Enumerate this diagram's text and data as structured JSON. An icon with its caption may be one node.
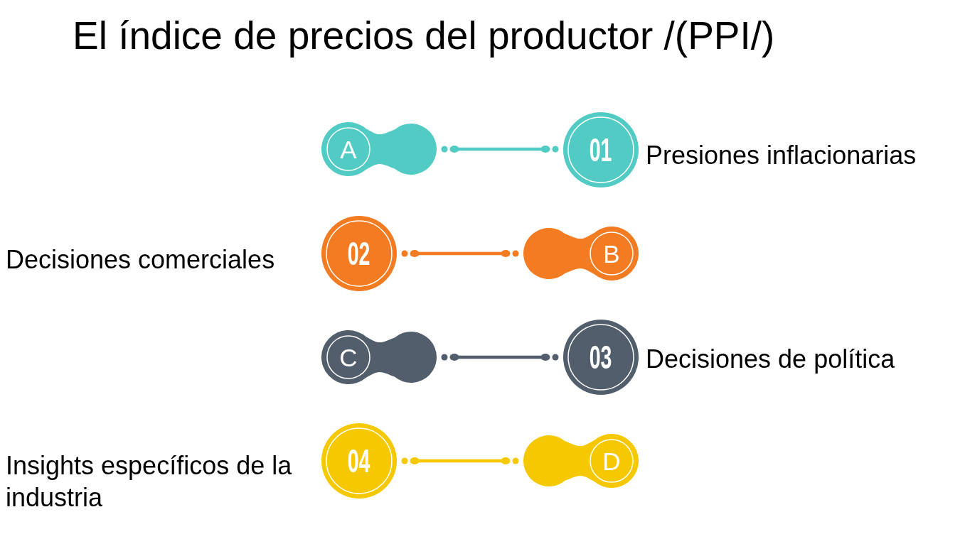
{
  "diagram": {
    "title": "El índice de precios del productor /(PPI/)",
    "nodes": [
      {
        "text": [
          "A"
        ]
      },
      {
        "text": [
          "01"
        ],
        "beside": [
          "Presiones inflacionarias"
        ]
      },
      {
        "text": [
          "02"
        ],
        "beside": [
          "Decisiones comerciales"
        ]
      },
      {
        "text": [
          "B"
        ]
      },
      {
        "text": [
          "C"
        ]
      },
      {
        "text": [
          "03"
        ],
        "beside": [
          "Decisiones de política"
        ]
      },
      {
        "text": [
          "04"
        ],
        "beside": [
          "Insights específicos de la industria"
        ]
      },
      {
        "text": [
          "D"
        ]
      }
    ],
    "edges": [
      {
        "from": 0,
        "to": 1,
        "arrow": "other",
        "color": "#52cbc5"
      },
      {
        "from": 2,
        "to": 3,
        "arrow": "other",
        "color": "#f37b22"
      },
      {
        "from": 4,
        "to": 5,
        "arrow": "other",
        "color": "#525e6c"
      },
      {
        "from": 6,
        "to": 7,
        "arrow": "other",
        "color": "#f5c800"
      }
    ]
  }
}
